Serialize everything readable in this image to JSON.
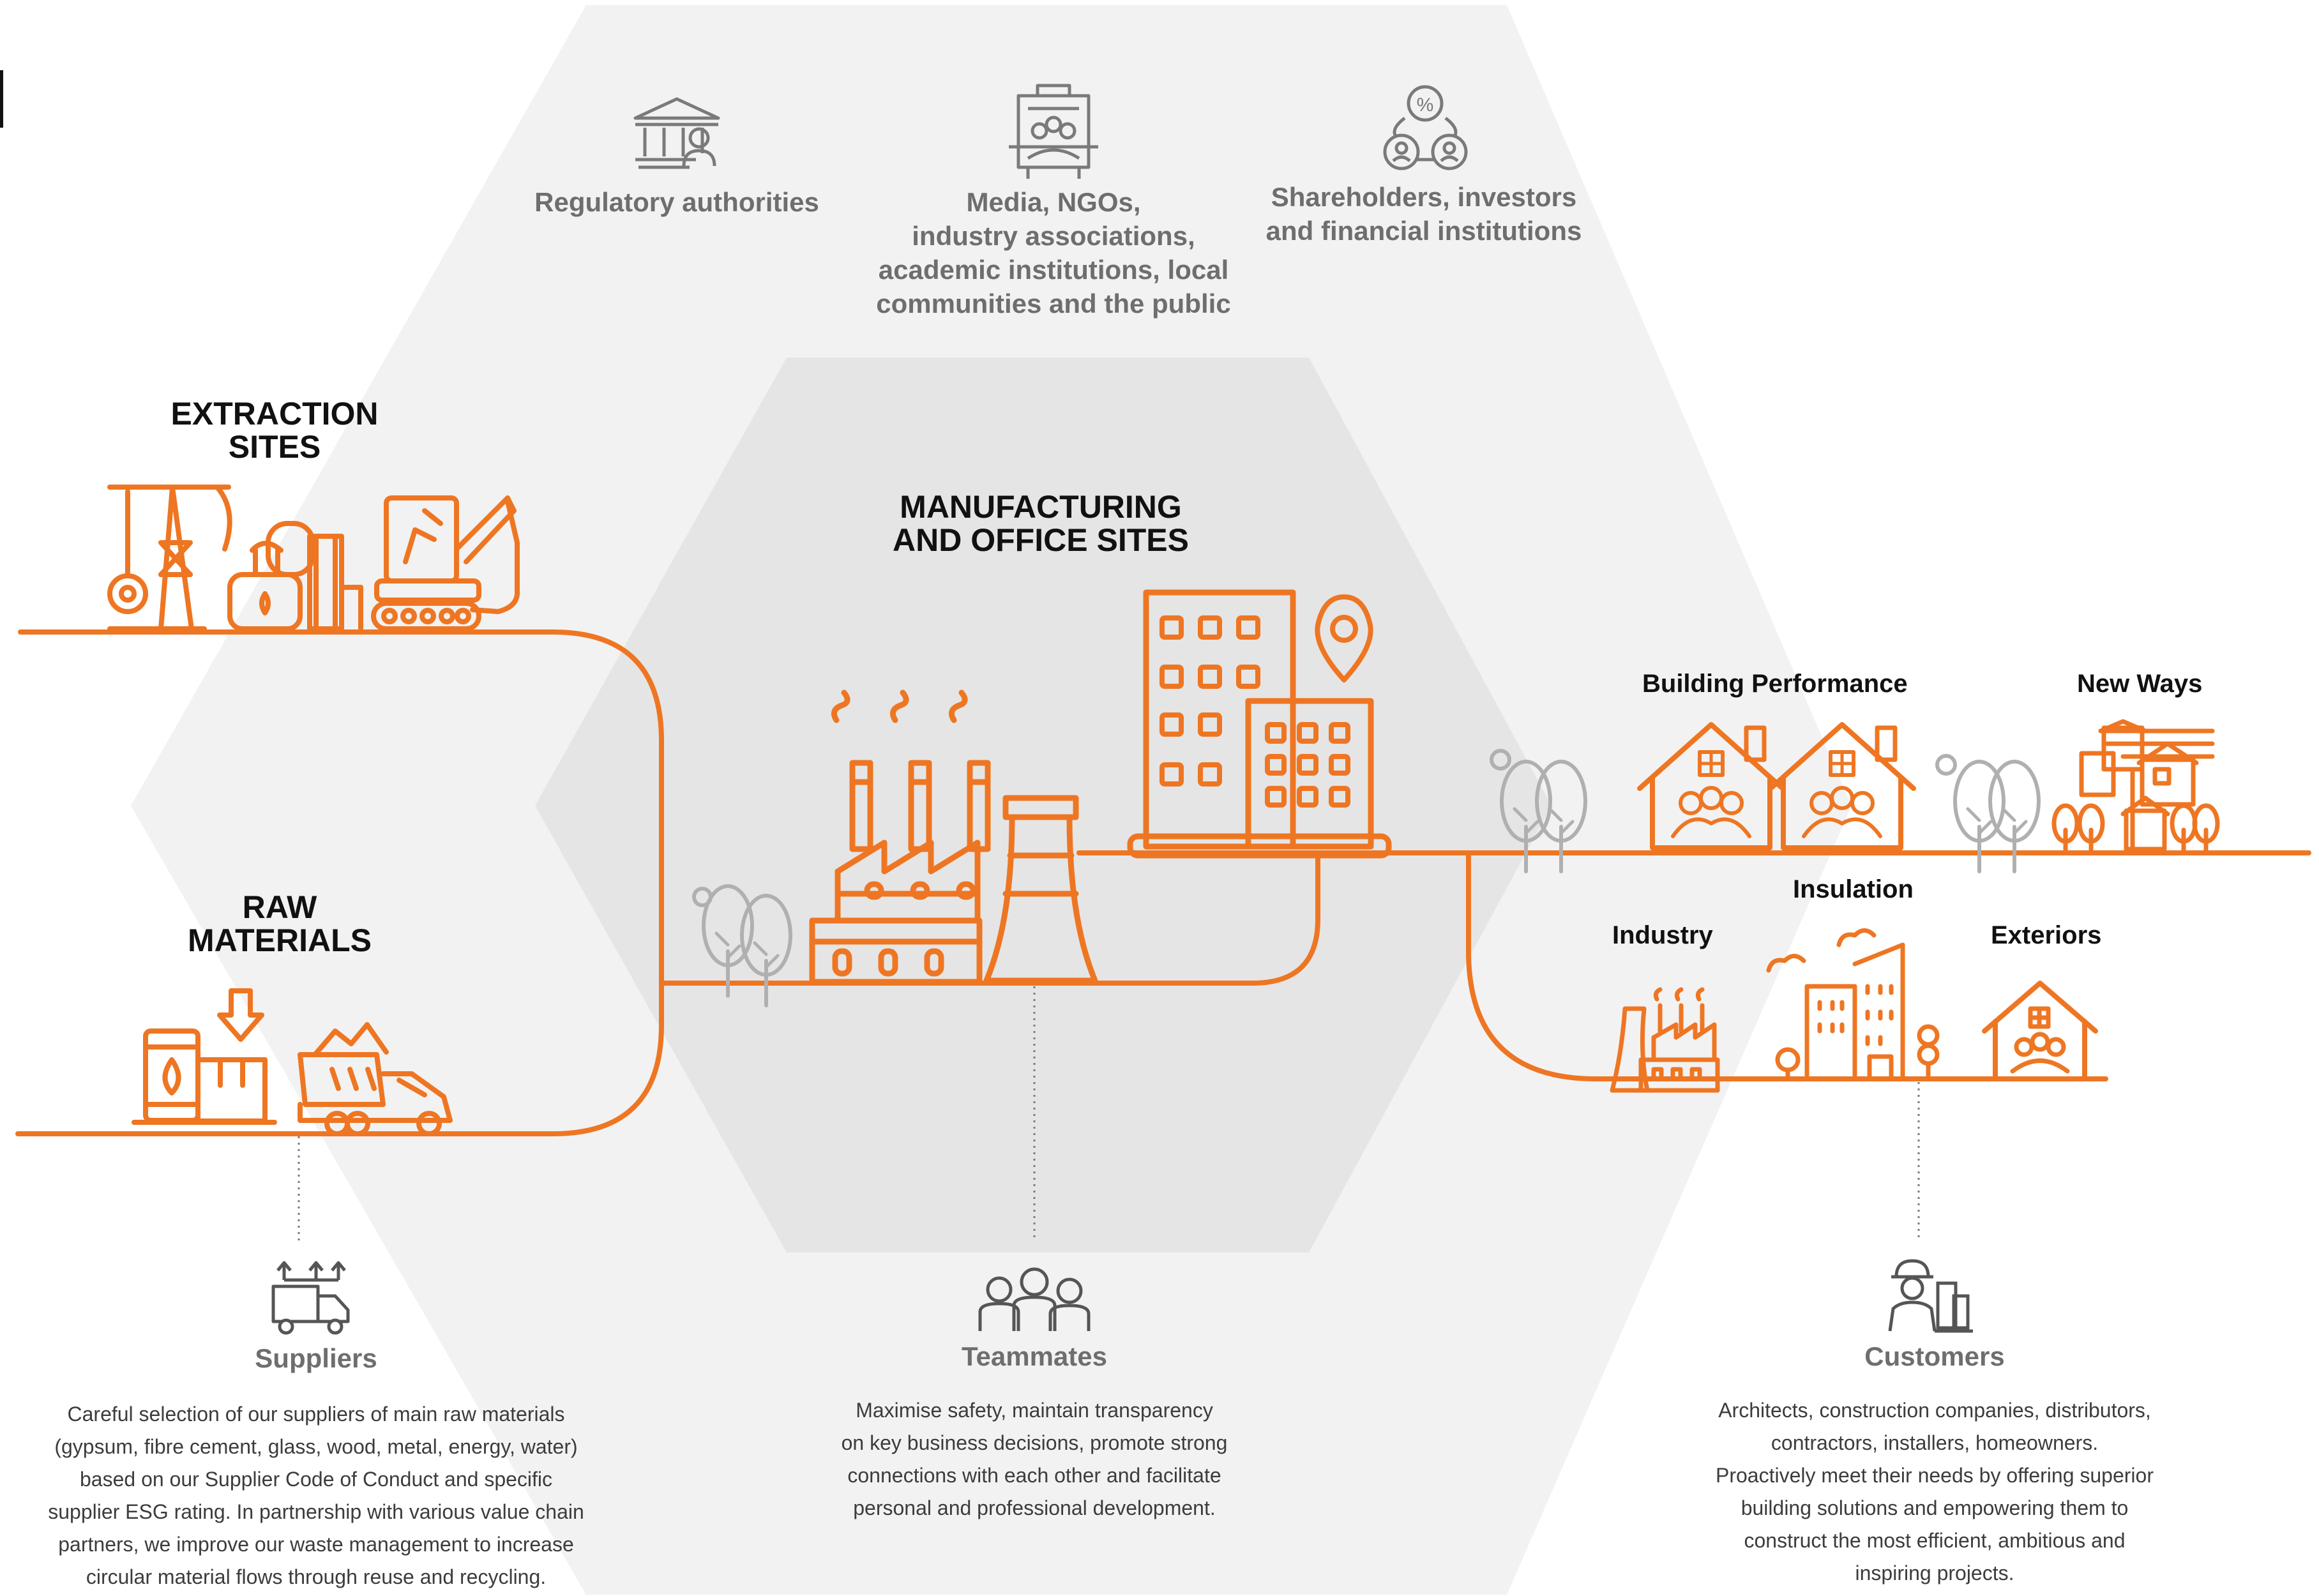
{
  "colors": {
    "accent": "#ee7623",
    "outer_hex": "#f2f2f2",
    "inner_hex": "#e5e5e5",
    "icon_gray": "#7a7a7a",
    "tree_gray": "#b0b0b0",
    "text_dark": "#111111",
    "text_gray": "#6e6e6e"
  },
  "stakeholders": {
    "regulatory": {
      "label": "Regulatory authorities",
      "icon": "government-building-icon"
    },
    "media": {
      "label": "Media, NGOs,\nindustry associations,\nacademic institutions, local\ncommunities and the public",
      "icon": "community-building-icon"
    },
    "shareholders": {
      "label": "Shareholders, investors\nand financial institutions",
      "icon": "investor-exchange-icon"
    }
  },
  "sites": {
    "extraction": "EXTRACTION\nSITES",
    "raw_materials": "RAW\nMATERIALS",
    "manufacturing": "MANUFACTURING\nAND OFFICE SITES"
  },
  "markets": {
    "building_performance": "Building Performance",
    "new_ways": "New Ways",
    "insulation": "Insulation",
    "industry": "Industry",
    "exteriors": "Exteriors"
  },
  "groups": {
    "suppliers": {
      "title": "Suppliers",
      "icon": "supplier-truck-icon",
      "lines": [
        "Careful selection of our suppliers of main raw materials",
        "(gypsum, fibre cement, glass, wood, metal, energy, water)",
        "based on our Supplier Code of Conduct and specific",
        "supplier ESG rating. In partnership with various value chain",
        "partners, we improve our waste management to increase",
        "circular material flows through reuse and recycling."
      ]
    },
    "teammates": {
      "title": "Teammates",
      "icon": "team-people-icon",
      "lines": [
        "Maximise safety, maintain transparency",
        "on key business decisions, promote strong",
        "connections with each other and facilitate",
        "personal and professional development."
      ]
    },
    "customers": {
      "title": "Customers",
      "icon": "construction-worker-icon",
      "lines": [
        "Architects, construction companies, distributors,",
        "contractors, installers, homeowners.",
        "Proactively meet their needs by offering superior",
        "building solutions and empowering them to",
        "construct the most efficient, ambitious and",
        "inspiring projects."
      ]
    }
  }
}
